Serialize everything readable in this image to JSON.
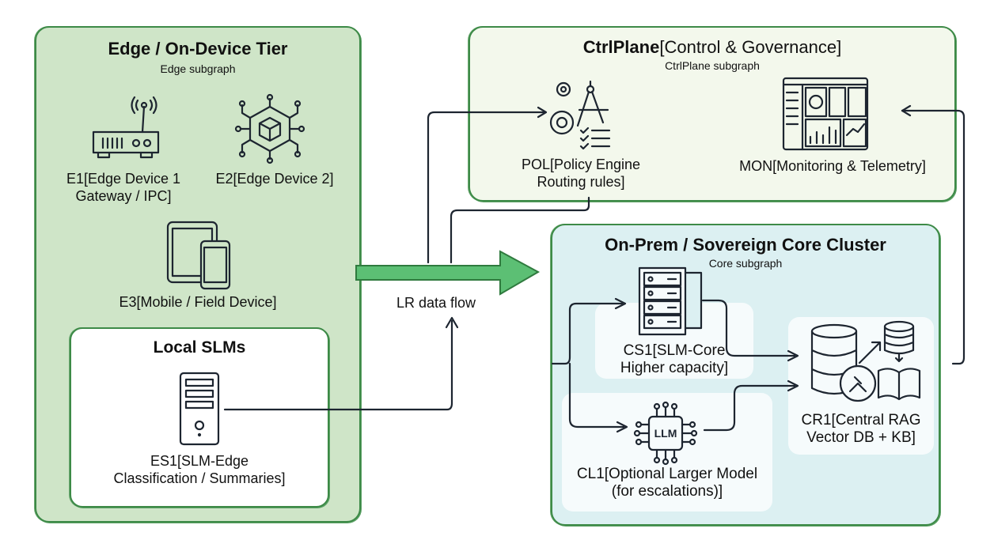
{
  "colors": {
    "edge_fill": "#cfe5c8",
    "ctrl_fill": "#f3f8ec",
    "core_fill": "#dcf0f2",
    "border": "#3d8a47",
    "flow_arrow": "#5cbf74",
    "line": "#1d2530"
  },
  "edge": {
    "title": "Edge / On-Device Tier",
    "subtitle": "Edge subgraph",
    "nodes": [
      {
        "id": "E1",
        "label": "E1[Edge Device 1\nGateway / IPC]",
        "icon": "router-icon"
      },
      {
        "id": "E2",
        "label": "E2[Edge Device 2]",
        "icon": "chip-cube-icon"
      },
      {
        "id": "E3",
        "label": "E3[Mobile / Field Device]",
        "icon": "tablet-phone-icon"
      }
    ],
    "local": {
      "title": "Local SLMs",
      "node": {
        "id": "ES1",
        "label": "ES1[SLM-Edge\nClassification / Summaries]",
        "icon": "server-tower-icon"
      }
    }
  },
  "ctrl": {
    "title_bold": "CtrlPlane",
    "title_rest": "[Control & Governance]",
    "subtitle": "CtrlPlane subgraph",
    "nodes": [
      {
        "id": "POL",
        "label": "POL[Policy Engine\nRouting rules]",
        "icon": "gears-compass-checklist-icon"
      },
      {
        "id": "MON",
        "label": "MON[Monitoring & Telemetry]",
        "icon": "dashboard-icon"
      }
    ]
  },
  "core": {
    "title": "On-Prem / Sovereign Core Cluster",
    "subtitle": "Core subgraph",
    "nodes": [
      {
        "id": "CS1",
        "label": "CS1[SLM-Core\nHigher capacity]",
        "icon": "server-rack-icon"
      },
      {
        "id": "CL1",
        "label": "CL1[Optional Larger Model\n(for escalations)]",
        "icon": "llm-chip-icon",
        "chip_text": "LLM"
      },
      {
        "id": "CR1",
        "label": "CR1[Central RAG\nVector DB + KB]",
        "icon": "database-book-icon"
      }
    ]
  },
  "flow": {
    "label": "LR data flow"
  }
}
